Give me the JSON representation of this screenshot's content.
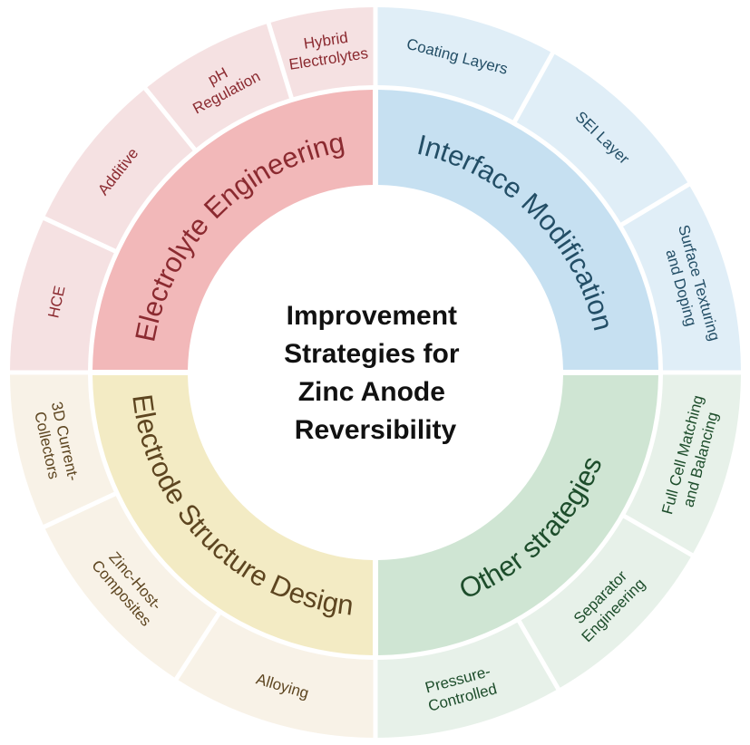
{
  "center": {
    "lines": [
      "Improvement",
      "Strategies for",
      "Zinc Anode",
      "Reversibility"
    ]
  },
  "categories": [
    {
      "key": "electrolyte",
      "label": "Electrolyte Engineering",
      "color": "#f2b8b9",
      "outer_color": "#f5e1e2",
      "text_color": "#8b2a30",
      "sub_items": [
        [
          "HCE"
        ],
        [
          "Additive"
        ],
        [
          "pH",
          "Regulation"
        ],
        [
          "Hybrid",
          "Electrolytes"
        ]
      ]
    },
    {
      "key": "interface",
      "label": "Interface Modification",
      "color": "#c6e0f1",
      "outer_color": "#e0eef7",
      "text_color": "#234e66",
      "sub_items": [
        [
          "Coating Layers"
        ],
        [
          "SEI Layer"
        ],
        [
          "Surface Texturing",
          "and Doping"
        ]
      ]
    },
    {
      "key": "other",
      "label": "Other strategies",
      "color": "#cfe5d3",
      "outer_color": "#e7f1e9",
      "text_color": "#1d4d2b",
      "sub_items": [
        [
          "Full Cell Matching",
          "and Balancing"
        ],
        [
          "Separator",
          "Engineering"
        ],
        [
          "Pressure-",
          "Controlled"
        ]
      ]
    },
    {
      "key": "electrode",
      "label": "Electrode Structure Design",
      "color": "#f3ebc4",
      "outer_color": "#f8f2e7",
      "text_color": "#5d4520",
      "sub_items": [
        [
          "Alloying"
        ],
        [
          "Zinc-Host-",
          "Composites"
        ],
        [
          "3D Current-",
          "Collectors"
        ]
      ]
    }
  ]
}
